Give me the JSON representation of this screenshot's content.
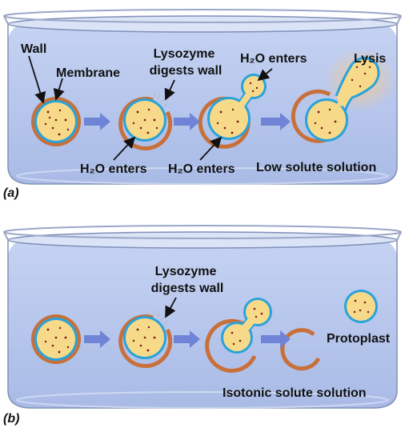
{
  "panels": [
    {
      "letter": "(a)",
      "labels": {
        "wall": "Wall",
        "membrane": "Membrane",
        "lysozyme_line1": "Lysozyme",
        "lysozyme_line2": "digests wall",
        "h2o_enters_top": "H₂O enters",
        "lysis": "Lysis",
        "h2o_enters_1": "H₂O enters",
        "h2o_enters_2": "H₂O enters",
        "solution": "Low solute solution"
      }
    },
    {
      "letter": "(b)",
      "labels": {
        "lysozyme_line1": "Lysozyme",
        "lysozyme_line2": "digests wall",
        "protoplast": "Protoplast",
        "solution": "Isotonic solute solution"
      }
    }
  ],
  "colors": {
    "wall": "#c8703a",
    "membrane": "#29a3d9",
    "cytoplasm": "#f7d98a",
    "arrow": "#6f84d6",
    "water": "#b7c6ec",
    "lysis_glow": "#f4c98f"
  }
}
